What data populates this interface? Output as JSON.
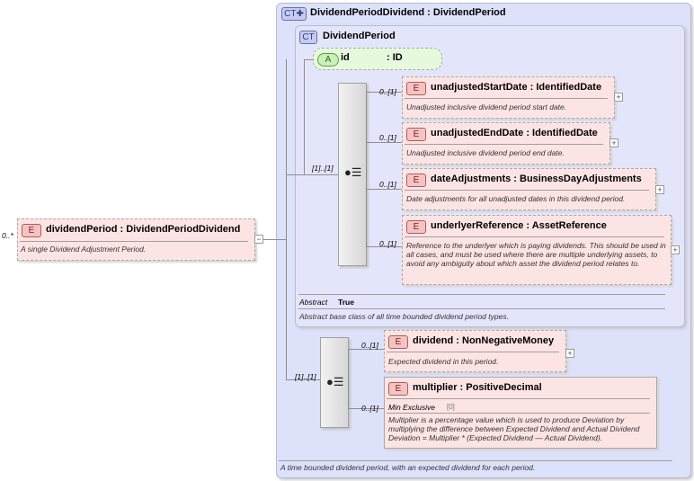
{
  "outer": {
    "badge": "CT",
    "title": "DividendPeriodDividend : DividendPeriod",
    "description": "A time bounded dividend period, with an expected dividend for each period."
  },
  "base": {
    "badge": "CT",
    "title": "DividendPeriod",
    "abstract_label": "Abstract",
    "abstract_value": "True",
    "description": "Abstract base class of all time bounded dividend period types."
  },
  "attribute": {
    "badge": "A",
    "name": "id",
    "type": ": ID"
  },
  "root_element": {
    "occurrence": "0..*",
    "badge": "E",
    "name": "dividendPeriod : DividendPeriodDividend",
    "description": "A single Dividend Adjustment Period."
  },
  "sequence1": {
    "occurrence": "[1]..[1]"
  },
  "sequence2": {
    "occurrence": "[1]..[1]"
  },
  "elements": [
    {
      "occurrence": "0..[1]",
      "badge": "E",
      "name": "unadjustedStartDate : IdentifiedDate",
      "description": "Unadjusted inclusive dividend period start date."
    },
    {
      "occurrence": "0..[1]",
      "badge": "E",
      "name": "unadjustedEndDate : IdentifiedDate",
      "description": "Unadjusted inclusive dividend period end date."
    },
    {
      "occurrence": "0..[1]",
      "badge": "E",
      "name": "dateAdjustments : BusinessDayAdjustments",
      "description": "Date adjustments for all unadjusted dates in this dividend period."
    },
    {
      "occurrence": "0..[1]",
      "badge": "E",
      "name": "underlyerReference : AssetReference",
      "description": "Reference to the underlyer which is paying dividends. This should be used in all cases, and must be used where there are multiple underlying assets, to avoid any ambiguity about which asset the dividend period relates to."
    },
    {
      "occurrence": "0..[1]",
      "badge": "E",
      "name": "dividend : NonNegativeMoney",
      "description": "Expected dividend in this period."
    },
    {
      "occurrence": "0..[1]",
      "badge": "E",
      "name": "multiplier : PositiveDecimal",
      "facet_label": "Min Exclusive",
      "facet_value": "[0]",
      "description": "Multiplier is a percentage value which is used to produce Deviation by multiplying the difference between Expected Dividend and Actual Dividend Deviation = Multiplier * (Expected Dividend — Actual Dividend)."
    }
  ],
  "icons": {
    "plus": "+",
    "minus": "−",
    "sequence": "sequence-icon",
    "ct_extension": "ct-extension-icon"
  },
  "colors": {
    "element_fill": "#fde4e4",
    "complex_type_fill": "#dde1fa",
    "attribute_fill": "#c9f0b9"
  }
}
